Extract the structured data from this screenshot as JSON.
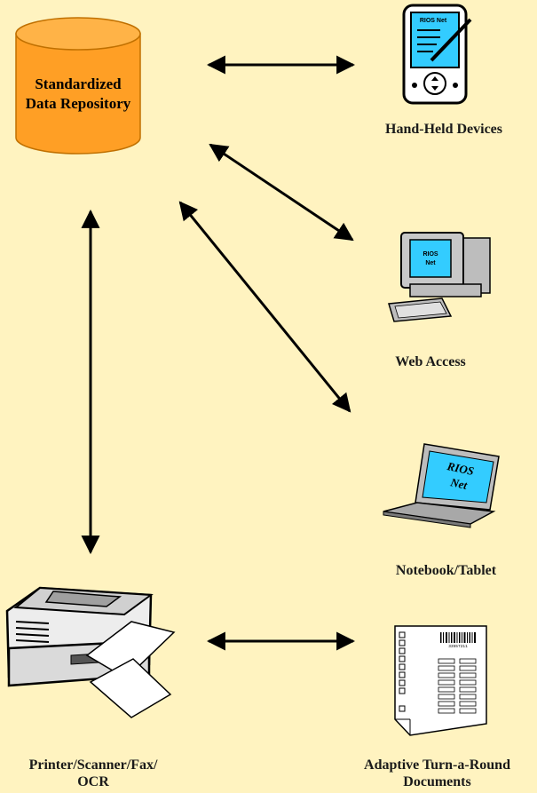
{
  "repository": {
    "line1": "Standardized",
    "line2": "Data Repository",
    "fill": "#FF9F25",
    "top_fill": "#FFB347"
  },
  "nodes": {
    "handheld": {
      "label": "Hand-Held Devices",
      "screen_text": "RIOS Net",
      "icon": "pda-icon"
    },
    "web": {
      "label": "Web Access",
      "screen_line1": "RIOS",
      "screen_line2": "Net",
      "icon": "desktop-computer-icon"
    },
    "notebook": {
      "label": "Notebook/Tablet",
      "screen_line1": "RIOS",
      "screen_line2": "Net",
      "icon": "laptop-icon"
    },
    "documents": {
      "label_line1": "Adaptive Turn-a-Round",
      "label_line2": "Documents",
      "barcode_text": "33557211",
      "icon": "document-icon"
    },
    "printer": {
      "label_line1": "Printer/Scanner/Fax/",
      "label_line2": "OCR",
      "icon": "printer-icon"
    }
  },
  "colors": {
    "background": "#FFF3C0",
    "screen": "#33CCFF",
    "arrow": "#000000"
  }
}
